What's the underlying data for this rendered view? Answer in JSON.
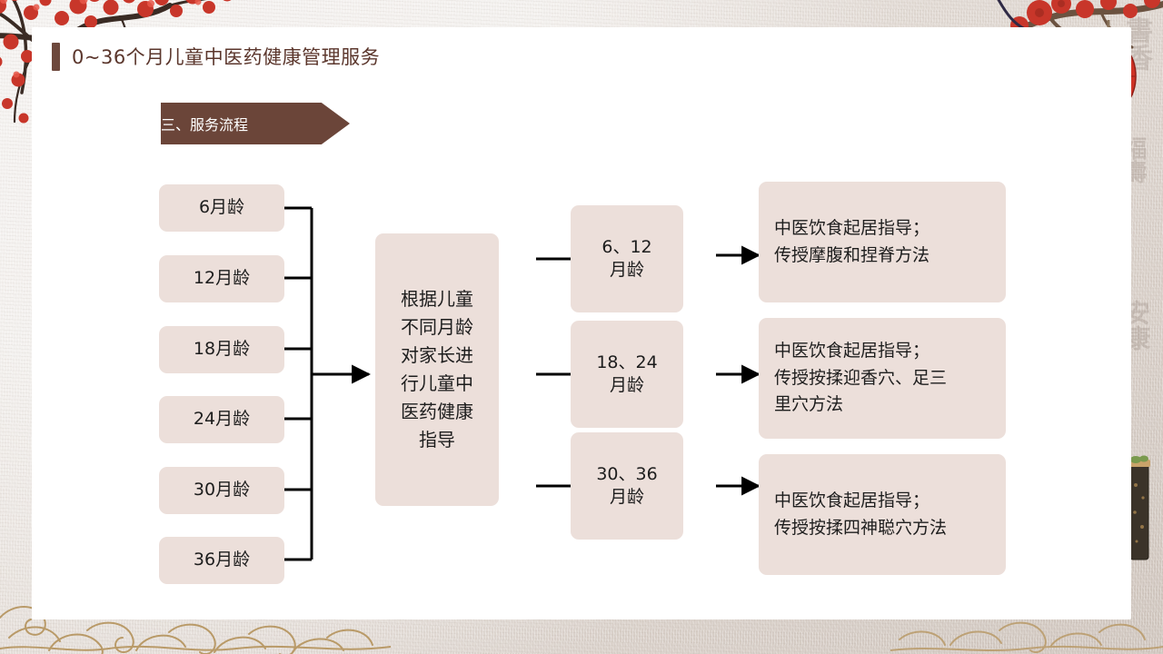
{
  "header": {
    "title": "0~36个月儿童中医药健康管理服务",
    "accent_color": "#6d483c",
    "title_color": "#5b362c"
  },
  "section": {
    "banner_label": "三、服务流程",
    "banner_color": "#6b4539",
    "banner_text_color": "#ffffff"
  },
  "theme": {
    "node_fill": "#ecdfda",
    "node_text": "#1d1d1d",
    "connector": "#000000",
    "panel_bg": "#ffffff",
    "slide_bg": "#e3dcd6"
  },
  "flow": {
    "age_nodes": [
      {
        "label": "6月龄"
      },
      {
        "label": "12月龄"
      },
      {
        "label": "18月龄"
      },
      {
        "label": "24月龄"
      },
      {
        "label": "30月龄"
      },
      {
        "label": "36月龄"
      }
    ],
    "center_node": {
      "lines": [
        "根据儿童",
        "不同月龄",
        "对家长进",
        "行儿童中",
        "医药健康",
        "指导"
      ]
    },
    "group_nodes": [
      {
        "lines": [
          "6、12",
          "月龄"
        ]
      },
      {
        "lines": [
          "18、24",
          "月龄"
        ]
      },
      {
        "lines": [
          "30、36",
          "月龄"
        ]
      }
    ],
    "desc_nodes": [
      {
        "lines": [
          "中医饮食起居指导；",
          "传授摩腹和捏脊方法"
        ]
      },
      {
        "lines": [
          "中医饮食起居指导；",
          "传授按揉迎香穴、足三",
          "里穴方法"
        ]
      },
      {
        "lines": [
          "中医饮食起居指导；",
          "传授按揉四神聪穴方法"
        ]
      }
    ]
  },
  "decorations": {
    "top_left": "plum-blossom-branch",
    "top_right": "plum-blossom-branch",
    "right": "red-lantern-with-tassel",
    "bottom_left": "chinese-cloud-pattern",
    "bottom_right": "chinese-cloud-pattern",
    "right_edge": "incense-stick",
    "watermark_text": "福"
  }
}
